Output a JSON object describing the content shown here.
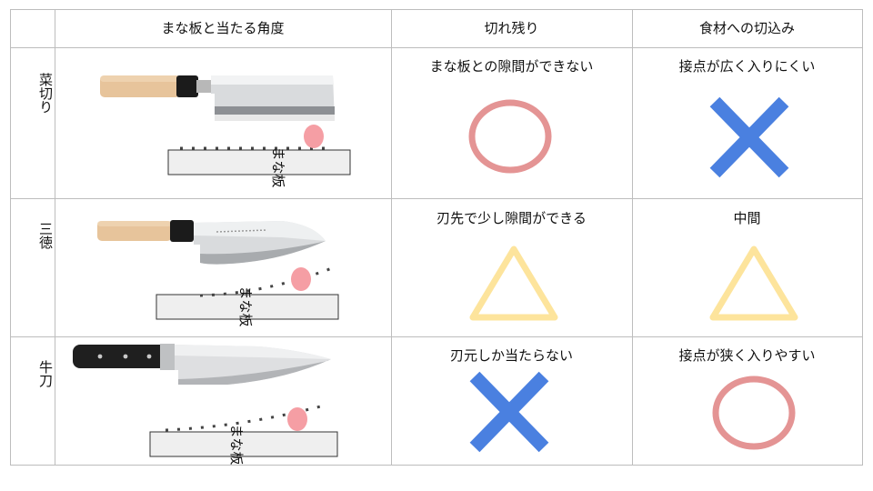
{
  "header": {
    "col_angle": "まな板と当たる角度",
    "col_leftover": "切れ残り",
    "col_cut": "食材への切込み"
  },
  "board_label": "まな板",
  "rows": [
    {
      "label": "菜切り",
      "leftover_text": "まな板との隙間ができない",
      "leftover_mark": "circle",
      "cut_text": "接点が広く入りにくい",
      "cut_mark": "cross"
    },
    {
      "label": "三徳",
      "leftover_text": "刃先で少し隙間ができる",
      "leftover_mark": "triangle",
      "cut_text": "中間",
      "cut_mark": "triangle"
    },
    {
      "label": "牛刀",
      "leftover_text": "刃元しか当たらない",
      "leftover_mark": "cross",
      "cut_text": "接点が狭く入りやすい",
      "cut_mark": "circle"
    }
  ],
  "colors": {
    "circle": "#e49494",
    "triangle": "#fde49c",
    "cross": "#4a80e0",
    "contact_dot": "#f59ea4",
    "grid": "#bdbdbd"
  }
}
